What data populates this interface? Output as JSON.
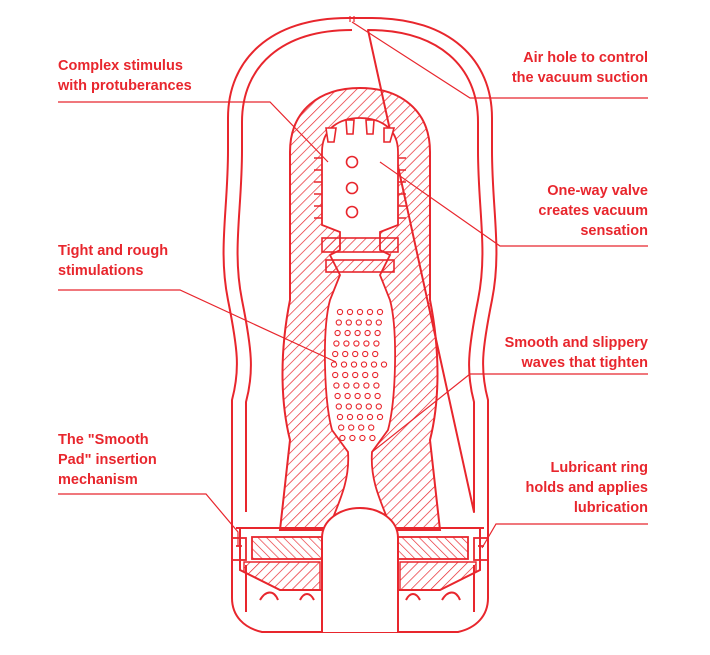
{
  "colors": {
    "accent": "#e8262d",
    "background": "#ffffff"
  },
  "callouts": {
    "complex_stimulus": "Complex stimulus\nwith protuberances",
    "tight_rough": "Tight and rough\nstimulations",
    "smooth_pad": "The \"Smooth\nPad\" insertion\nmechanism",
    "air_hole": "Air hole to control\nthe vacuum suction",
    "one_way_valve": "One-way valve\ncreates vacuum\nsensation",
    "smooth_waves": "Smooth and slippery\nwaves that tighten",
    "lubricant_ring": "Lubricant ring\nholds and applies\nlubrication"
  }
}
